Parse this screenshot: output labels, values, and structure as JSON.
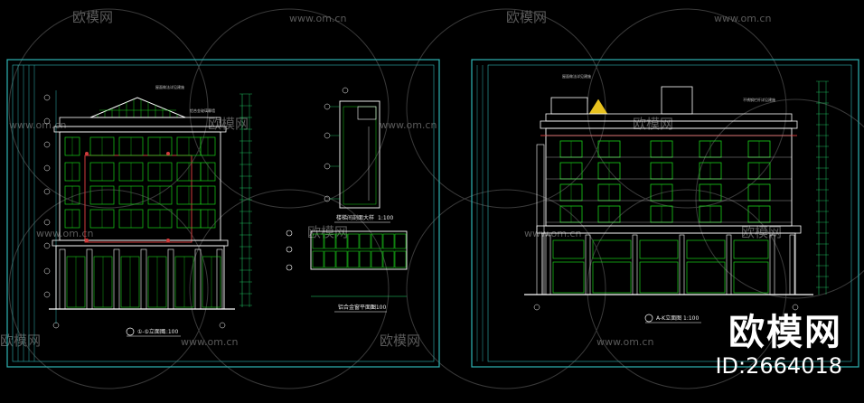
{
  "colors": {
    "background": "#000000",
    "frame": "#2fb3b3",
    "outline": "#ffffff",
    "window": "#19d219",
    "accent_red": "#d23c3c",
    "dimension": "#24e070",
    "watermark": "#5a5a5a",
    "roof_yellow": "#e8c21e"
  },
  "watermark": {
    "brand": "欧模网",
    "site": "www.om.cn"
  },
  "drawings": {
    "left_elevation_title": "①-⑤立面图",
    "left_elevation_scale": "1:100",
    "stair_section_title": "楼梯间剖面大样",
    "stair_section_scale": "1:100",
    "window_detail_title": "铝合金窗平面图",
    "window_detail_scale": "1:100",
    "right_elevation_title": "A-K立面图",
    "right_elevation_scale": "1:100"
  },
  "brand_badge": {
    "name": "欧模网",
    "id": "ID:2664018"
  }
}
